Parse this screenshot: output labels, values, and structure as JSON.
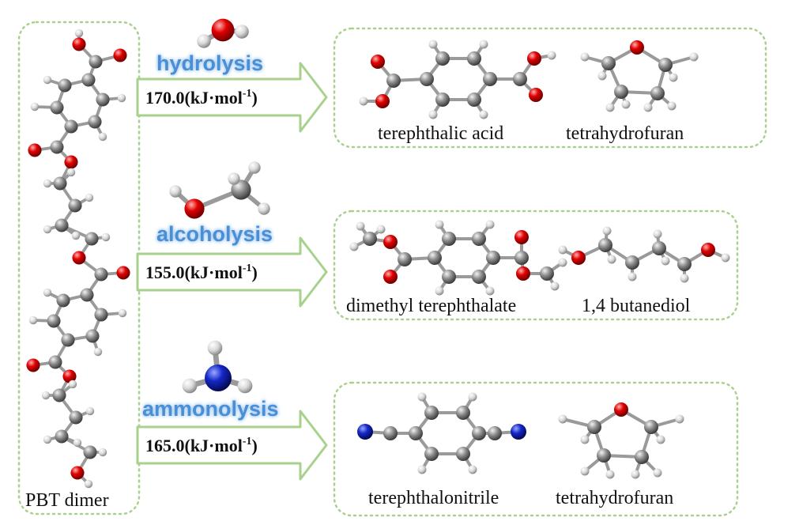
{
  "reactant": {
    "label": "PBT dimer"
  },
  "reactions": [
    {
      "name": "hydrolysis",
      "energy": "170.0(kJ·mol",
      "energy_sup": "-1",
      "energy_close": ")",
      "products": [
        "terephthalic acid",
        "tetrahydrofuran"
      ]
    },
    {
      "name": "alcoholysis",
      "energy": "155.0(kJ·mol",
      "energy_sup": "-1",
      "energy_close": ")",
      "products": [
        "dimethyl terephthalate",
        "1,4 butanediol"
      ]
    },
    {
      "name": "ammonolysis",
      "energy": "165.0(kJ·mol",
      "energy_sup": "-1",
      "energy_close": ")",
      "products": [
        "terephthalonitrile",
        "tetrahydrofuran"
      ]
    }
  ],
  "colors": {
    "box_border": "#a9d18e",
    "arrow_fill": "#ffffff",
    "arrow_stroke": "#a9d18e",
    "reaction_text": "#4a8fd6",
    "oxygen": "#e00000",
    "carbon": "#8c8c8c",
    "hydrogen": "#d9d9d9",
    "nitrogen": "#1428c8"
  }
}
